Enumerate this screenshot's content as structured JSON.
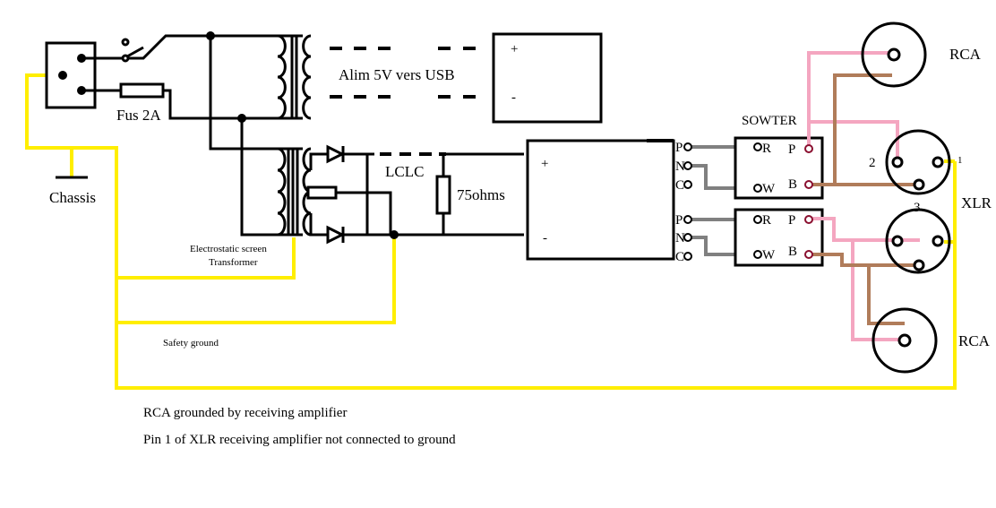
{
  "labels": {
    "fuse": "Fus 2A",
    "chassis": "Chassis",
    "alim": "Alim 5V vers USB",
    "alim_plus": "+",
    "alim_minus": "-",
    "lclc": "LCLC",
    "resistor": "75ohms",
    "dac_plus": "+",
    "dac_minus": "-",
    "transformer_line1": "Electrostatic screen",
    "transformer_line2": "Transformer",
    "safety_ground": "Safety ground",
    "sowter": "SOWTER",
    "rca_top": "RCA",
    "rca_bottom": "RCA",
    "xlr": "XLR",
    "xlr_pin1": "1",
    "xlr_pin2": "2",
    "xlr_pin3": "3",
    "note1": "RCA grounded by receiving amplifier",
    "note2": "Pin 1 of XLR receiving amplifier not connected to ground"
  },
  "dac_pins": {
    "upper": [
      "P",
      "N",
      "C"
    ],
    "lower": [
      "P",
      "N",
      "C"
    ]
  },
  "sowter_pins": {
    "upper": {
      "r": "R",
      "w": "W",
      "p": "P",
      "b": "B"
    },
    "lower": {
      "r": "R",
      "w": "W",
      "p": "P",
      "b": "B"
    }
  },
  "colors": {
    "wire": "#000000",
    "ground": "#ffee00",
    "hot": "#f4a6c0",
    "cold": "#b07c5a",
    "signal": "#808080",
    "pin_dot": "#8a0f2f"
  }
}
